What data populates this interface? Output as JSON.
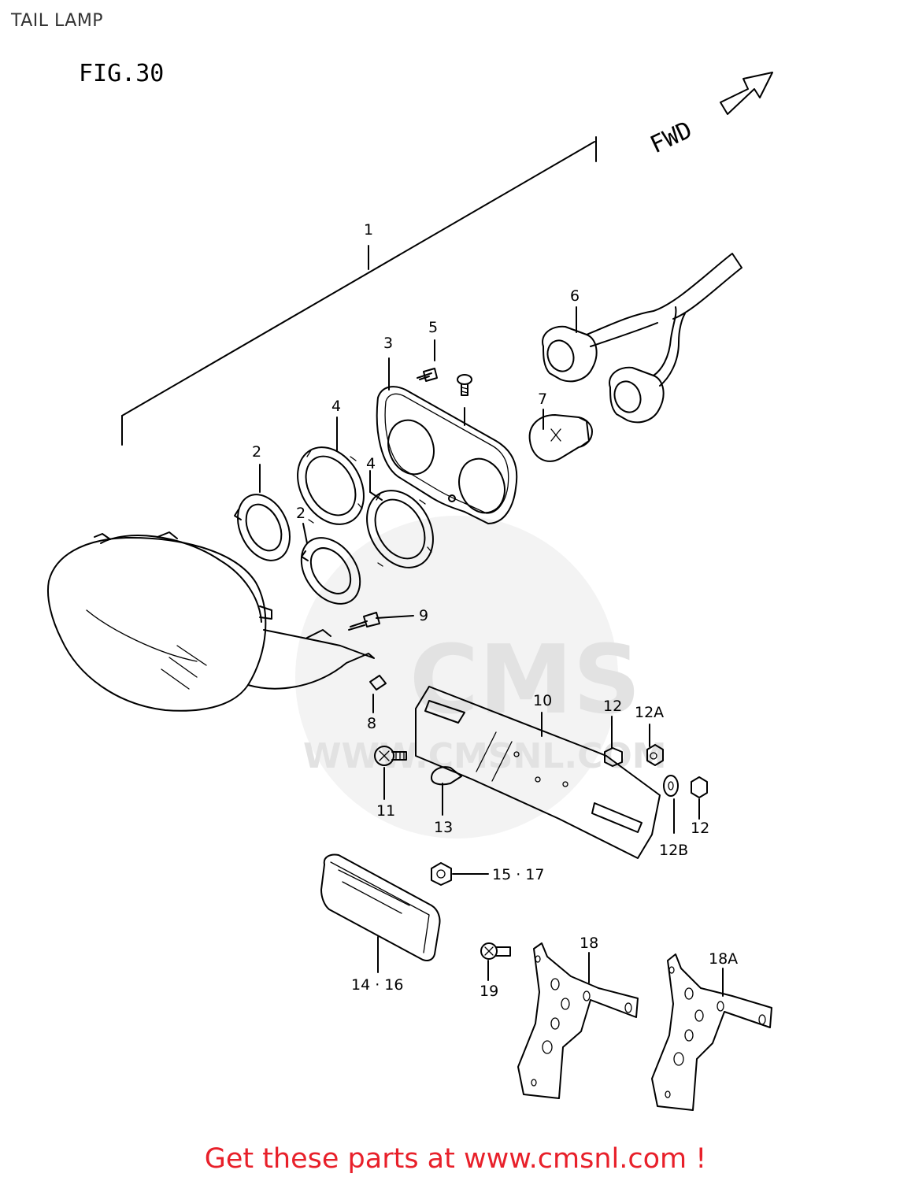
{
  "title": "TAIL LAMP",
  "figure_label": "FIG.30",
  "direction_label": "FWD",
  "watermark": {
    "brand": "CMS",
    "site": "WWW.CMSNL.COM"
  },
  "callouts": [
    {
      "id": "c1",
      "text": "1"
    },
    {
      "id": "c2a",
      "text": "2"
    },
    {
      "id": "c2b",
      "text": "2"
    },
    {
      "id": "c3",
      "text": "3"
    },
    {
      "id": "c4a",
      "text": "4"
    },
    {
      "id": "c4b",
      "text": "4"
    },
    {
      "id": "c5",
      "text": "5"
    },
    {
      "id": "c6",
      "text": "6"
    },
    {
      "id": "c7",
      "text": "7"
    },
    {
      "id": "c8",
      "text": "8"
    },
    {
      "id": "c9",
      "text": "9"
    },
    {
      "id": "c10",
      "text": "10"
    },
    {
      "id": "c11",
      "text": "11"
    },
    {
      "id": "c12a",
      "text": "12"
    },
    {
      "id": "c12A",
      "text": "12A"
    },
    {
      "id": "c12b",
      "text": "12"
    },
    {
      "id": "c12B",
      "text": "12B"
    },
    {
      "id": "c13",
      "text": "13"
    },
    {
      "id": "c1517",
      "text": "15 · 17"
    },
    {
      "id": "c1416",
      "text": "14 · 16"
    },
    {
      "id": "c18",
      "text": "18"
    },
    {
      "id": "c18A",
      "text": "18A"
    },
    {
      "id": "c19",
      "text": "19"
    }
  ],
  "footer": "Get these parts at www.cmsnl.com !"
}
